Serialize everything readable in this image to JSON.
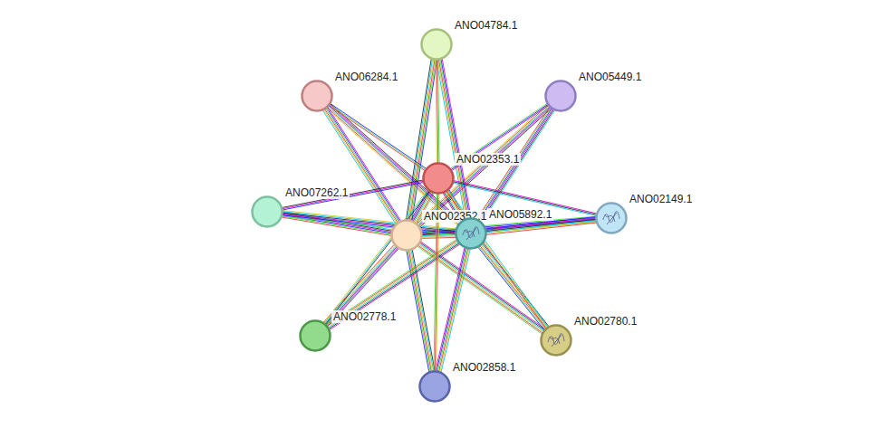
{
  "diagram": {
    "nodes": [
      {
        "text": [
          "ANO04784.1"
        ]
      },
      {
        "text": [
          "ANO06284.1"
        ]
      },
      {
        "text": [
          "ANO05449.1"
        ]
      },
      {
        "text": [
          "ANO02353.1"
        ]
      },
      {
        "text": [
          "ANO07262.1"
        ]
      },
      {
        "text": [
          "ANO02352.1"
        ]
      },
      {
        "text": [
          "ANO05892.1"
        ]
      },
      {
        "text": [
          "ANO02149.1"
        ]
      },
      {
        "text": [
          "ANO02778.1"
        ]
      },
      {
        "text": [
          "ANO02780.1"
        ]
      },
      {
        "text": [
          "ANO02858.1"
        ]
      }
    ],
    "edges": [
      {
        "from": 5,
        "to": 6,
        "arrow": "none"
      },
      {
        "from": 5,
        "to": 3,
        "arrow": "none"
      },
      {
        "from": 6,
        "to": 3,
        "arrow": "none"
      },
      {
        "from": 5,
        "to": 0,
        "arrow": "none"
      },
      {
        "from": 5,
        "to": 1,
        "arrow": "none"
      },
      {
        "from": 5,
        "to": 2,
        "arrow": "none"
      },
      {
        "from": 5,
        "to": 4,
        "arrow": "none"
      },
      {
        "from": 5,
        "to": 7,
        "arrow": "none"
      },
      {
        "from": 5,
        "to": 8,
        "arrow": "none"
      },
      {
        "from": 5,
        "to": 9,
        "arrow": "none"
      },
      {
        "from": 5,
        "to": 10,
        "arrow": "none"
      },
      {
        "from": 6,
        "to": 0,
        "arrow": "none"
      },
      {
        "from": 6,
        "to": 1,
        "arrow": "none"
      },
      {
        "from": 6,
        "to": 2,
        "arrow": "none"
      },
      {
        "from": 6,
        "to": 4,
        "arrow": "none"
      },
      {
        "from": 6,
        "to": 7,
        "arrow": "none"
      },
      {
        "from": 6,
        "to": 8,
        "arrow": "none"
      },
      {
        "from": 6,
        "to": 9,
        "arrow": "none"
      },
      {
        "from": 6,
        "to": 10,
        "arrow": "none"
      },
      {
        "from": 3,
        "to": 0,
        "arrow": "none"
      },
      {
        "from": 3,
        "to": 1,
        "arrow": "none"
      },
      {
        "from": 3,
        "to": 2,
        "arrow": "none"
      },
      {
        "from": 3,
        "to": 4,
        "arrow": "none"
      },
      {
        "from": 3,
        "to": 7,
        "arrow": "none"
      },
      {
        "from": 3,
        "to": 8,
        "arrow": "none"
      },
      {
        "from": 3,
        "to": 9,
        "arrow": "none"
      },
      {
        "from": 3,
        "to": 10,
        "arrow": "none"
      }
    ]
  }
}
